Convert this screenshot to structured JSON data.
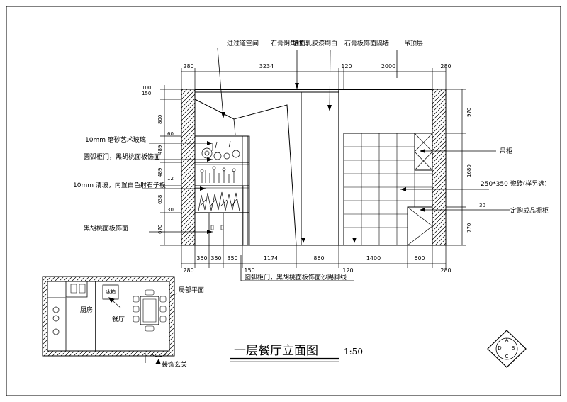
{
  "drawing": {
    "title": "一层餐厅立面图",
    "scale": "1:50",
    "top_labels": {
      "passage": "进过道空间",
      "gypsum_corner": "石膏阴角线",
      "wall_paint": "墙面乳胶漆刷白",
      "gypsum_partition": "石膏板饰面隔墙",
      "ceiling": "吊顶层"
    },
    "left_labels": {
      "glass": "10mm  磨砂艺术玻璃",
      "arc_door_top": "圆弧柜门，黑胡桃面板饰面",
      "clear_glass": "10mm  清玻，内置白色射石子板",
      "walnut_face": "黑胡桃面板饰面"
    },
    "right_labels": {
      "hanging_cabinet": "吊柜",
      "tile": "250*350  瓷砖(样另选)",
      "cabinet": "定购成品橱柜"
    },
    "bottom_label": "圆弧柜门，黑胡桃面板饰面沙踢脚线",
    "top_dims": [
      "280",
      "3234",
      "120",
      "2000",
      "280"
    ],
    "bottom_dims": [
      "280",
      "350",
      "350",
      "350",
      "1174",
      "860",
      "1400",
      "600",
      "280"
    ],
    "bottom_small_dims": [
      "150",
      "120"
    ],
    "left_dims": [
      "100",
      "150",
      "800",
      "60",
      "489",
      "12",
      "489",
      "638",
      "30",
      "670"
    ],
    "right_dims": [
      "970",
      "1680",
      "30",
      "770"
    ],
    "plan": {
      "kitchen": "厨房",
      "dining": "餐厅",
      "partial_plan": "局部平面",
      "foyer": "装饰玄关",
      "appliance": "冰箱"
    },
    "index_symbol": [
      "A",
      "B",
      "C",
      "D"
    ]
  }
}
